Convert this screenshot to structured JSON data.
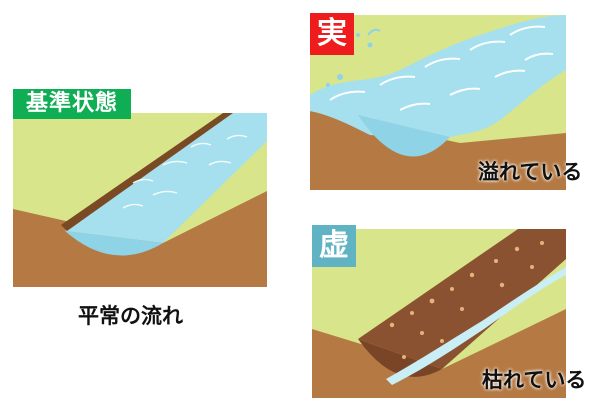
{
  "panels": {
    "base": {
      "badge": "基準状態",
      "badge_color": "#0fae55",
      "caption": "平常の流れ"
    },
    "jitsu": {
      "badge": "実",
      "badge_color": "#ee1c1c",
      "caption": "溢れている"
    },
    "kyo": {
      "badge": "虚",
      "badge_color": "#5fb3c2",
      "caption": "枯れている"
    }
  },
  "colors": {
    "grass": "#d8e58a",
    "soil": "#b57a44",
    "soil_dark": "#6b4020",
    "water": "#8fd3e6",
    "water_light": "#c9eef6",
    "dry_riverbed": "#8a5230"
  }
}
